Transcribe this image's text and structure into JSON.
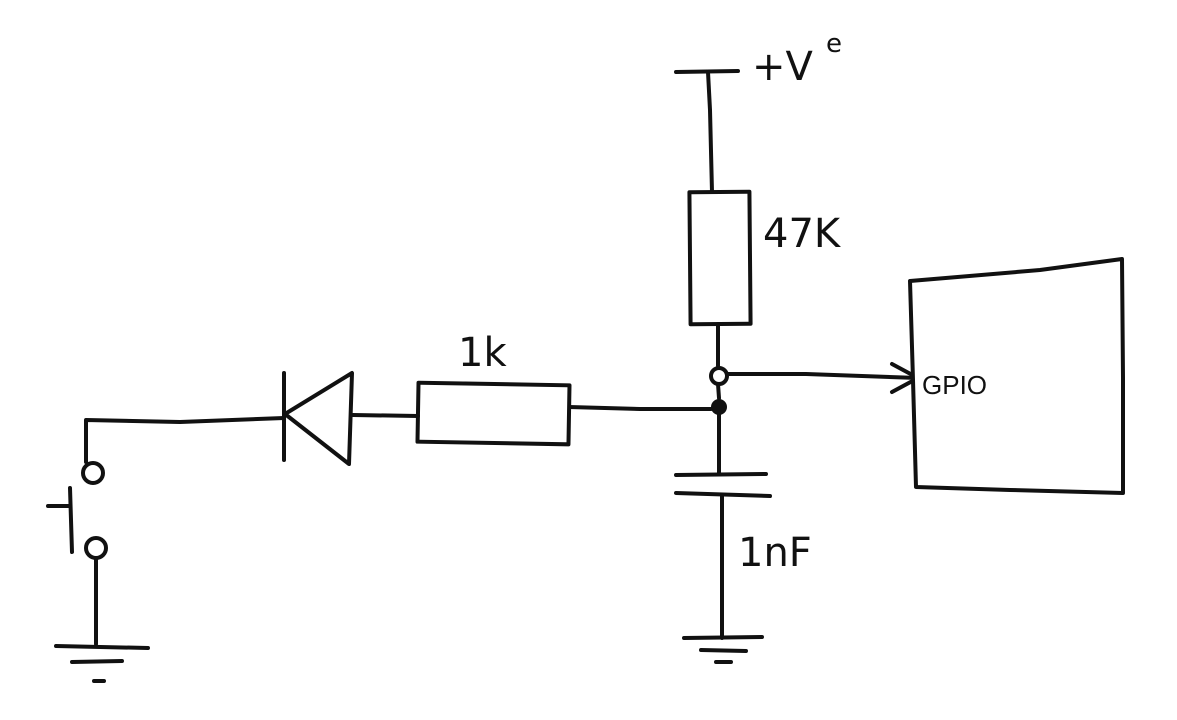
{
  "labels": {
    "supply": "+V",
    "supply_sup": "e",
    "pullup_resistor": "47K",
    "series_resistor": "1k",
    "capacitor": "1nF",
    "gpio": "GPIO"
  },
  "style": {
    "ink": "#111111",
    "paper": "#ffffff"
  }
}
